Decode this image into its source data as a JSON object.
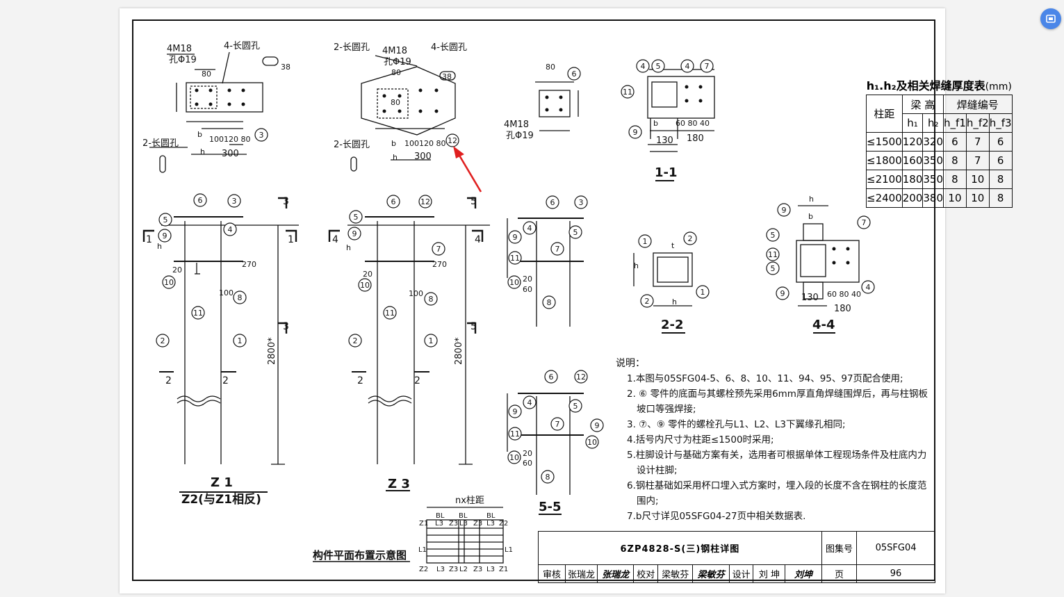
{
  "weld_table": {
    "title": "h₁.h₂及相关焊缝厚度表",
    "unit": "(mm)",
    "col_span": "柱距",
    "col_beam_height": "梁 高",
    "col_weld_no": "焊缝编号",
    "sub_headers": [
      "h₁",
      "h₂",
      "h_f1",
      "h_f2",
      "h_f3"
    ],
    "rows": [
      {
        "span": "≤1500",
        "h1": "120",
        "h2": "320",
        "hf1": "6",
        "hf2": "7",
        "hf3": "6"
      },
      {
        "span": "≤1800",
        "h1": "160",
        "h2": "350",
        "hf1": "8",
        "hf2": "7",
        "hf3": "6"
      },
      {
        "span": "≤2100",
        "h1": "180",
        "h2": "350",
        "hf1": "8",
        "hf2": "10",
        "hf3": "8"
      },
      {
        "span": "≤2400",
        "h1": "200",
        "h2": "380",
        "hf1": "10",
        "hf2": "10",
        "hf3": "8"
      }
    ]
  },
  "notes": {
    "heading": "说明：",
    "items": [
      "1.本图与05SFG04-5、6、8、10、11、94、95、97页配合使用;",
      "2. ⑥ 零件的底面与其螺栓预先采用6mm厚直角焊缝围焊后，再与柱钢板坡口等强焊接;",
      "3. ⑦、⑨ 零件的螺栓孔与L1、L2、L3下翼缘孔相同;",
      "4.括号内尺寸为柱距≤1500时采用;",
      "5.柱脚设计与基础方案有关，选用者可根据单体工程现场条件及柱底内力设计柱脚;",
      "6.钢柱基础如采用杯口埋入式方案时，埋入段的长度不含在钢柱的长度范围内;",
      "7.b尺寸详见05SFG04-27页中相关数据表."
    ]
  },
  "title_block": {
    "drawing_title": "6ZP4828-S(三)钢柱详图",
    "atlas_label": "图集号",
    "atlas_no": "05SFG04",
    "review_label": "审核",
    "reviewer": "张瑞龙",
    "reviewer_sig": "张瑞龙",
    "check_label": "校对",
    "checker": "梁敏芬",
    "checker_sig": "梁敏芬",
    "design_label": "设计",
    "designer": "刘 坤",
    "designer_sig": "刘坤",
    "page_label": "页",
    "page_no": "96"
  },
  "drawing_labels": {
    "z1": "Z 1",
    "z2": "Z2(与Z1相反)",
    "z3": "Z 3",
    "sec11": "1-1",
    "sec22": "2-2",
    "sec44": "4-4",
    "sec55": "5-5",
    "layout": "构件平面布置示意图",
    "col_spacing": "nx柱距",
    "bolt1": "4M18",
    "hole1": "孔Φ19",
    "slot4": "4-长圆孔",
    "slot2": "2-长圆孔",
    "dim2800": "2800*",
    "dim300": "300",
    "dim180": "180",
    "dim130": "130"
  },
  "colors": {
    "accent_arrow": "#e02020",
    "corner_button": "#4a86e8"
  },
  "icons": {
    "corner_button": "window-icon"
  }
}
